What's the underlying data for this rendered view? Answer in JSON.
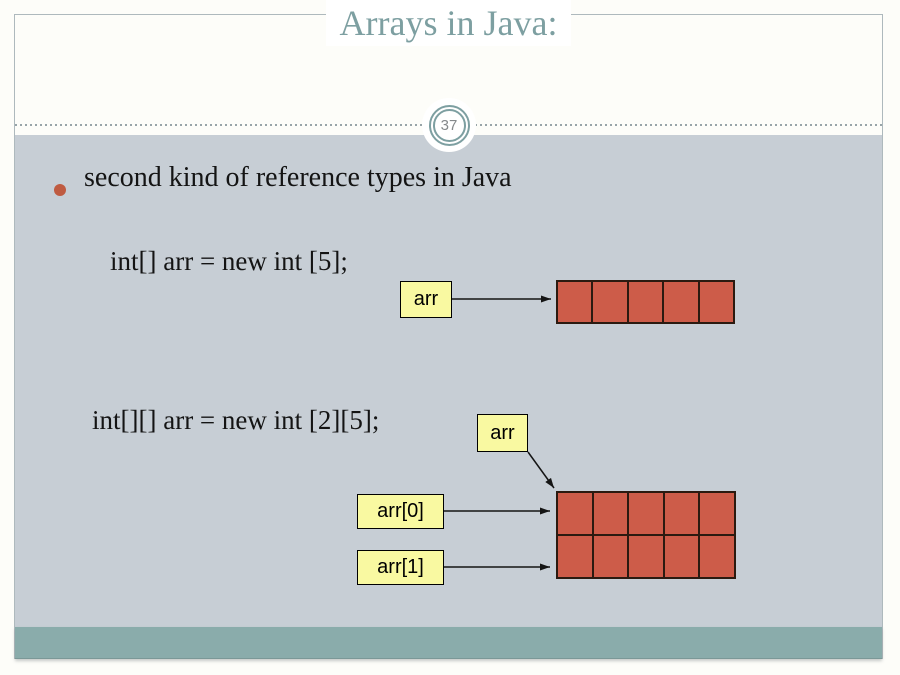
{
  "slide": {
    "title": "Arrays in Java:",
    "page_number": "37",
    "bullet_text": "second kind of reference types in Java",
    "code_line_1": "int[] arr = new int [5];",
    "code_line_2": "int[][] arr = new int [2][5];",
    "diagram_1d": {
      "pointer_label": "arr",
      "cells": 5
    },
    "diagram_2d": {
      "pointer_label": "arr",
      "row_pointer_labels": [
        "arr[0]",
        "arr[1]"
      ],
      "rows": 2,
      "cols": 5
    },
    "colors": {
      "accent_teal": "#7d9fa1",
      "content_bg": "#c7ced5",
      "footer_bar": "#8aacab",
      "cell_fill": "#cd5c49",
      "pointer_box_fill": "#f9f9a1",
      "bullet_dot": "#bf5b41"
    }
  }
}
